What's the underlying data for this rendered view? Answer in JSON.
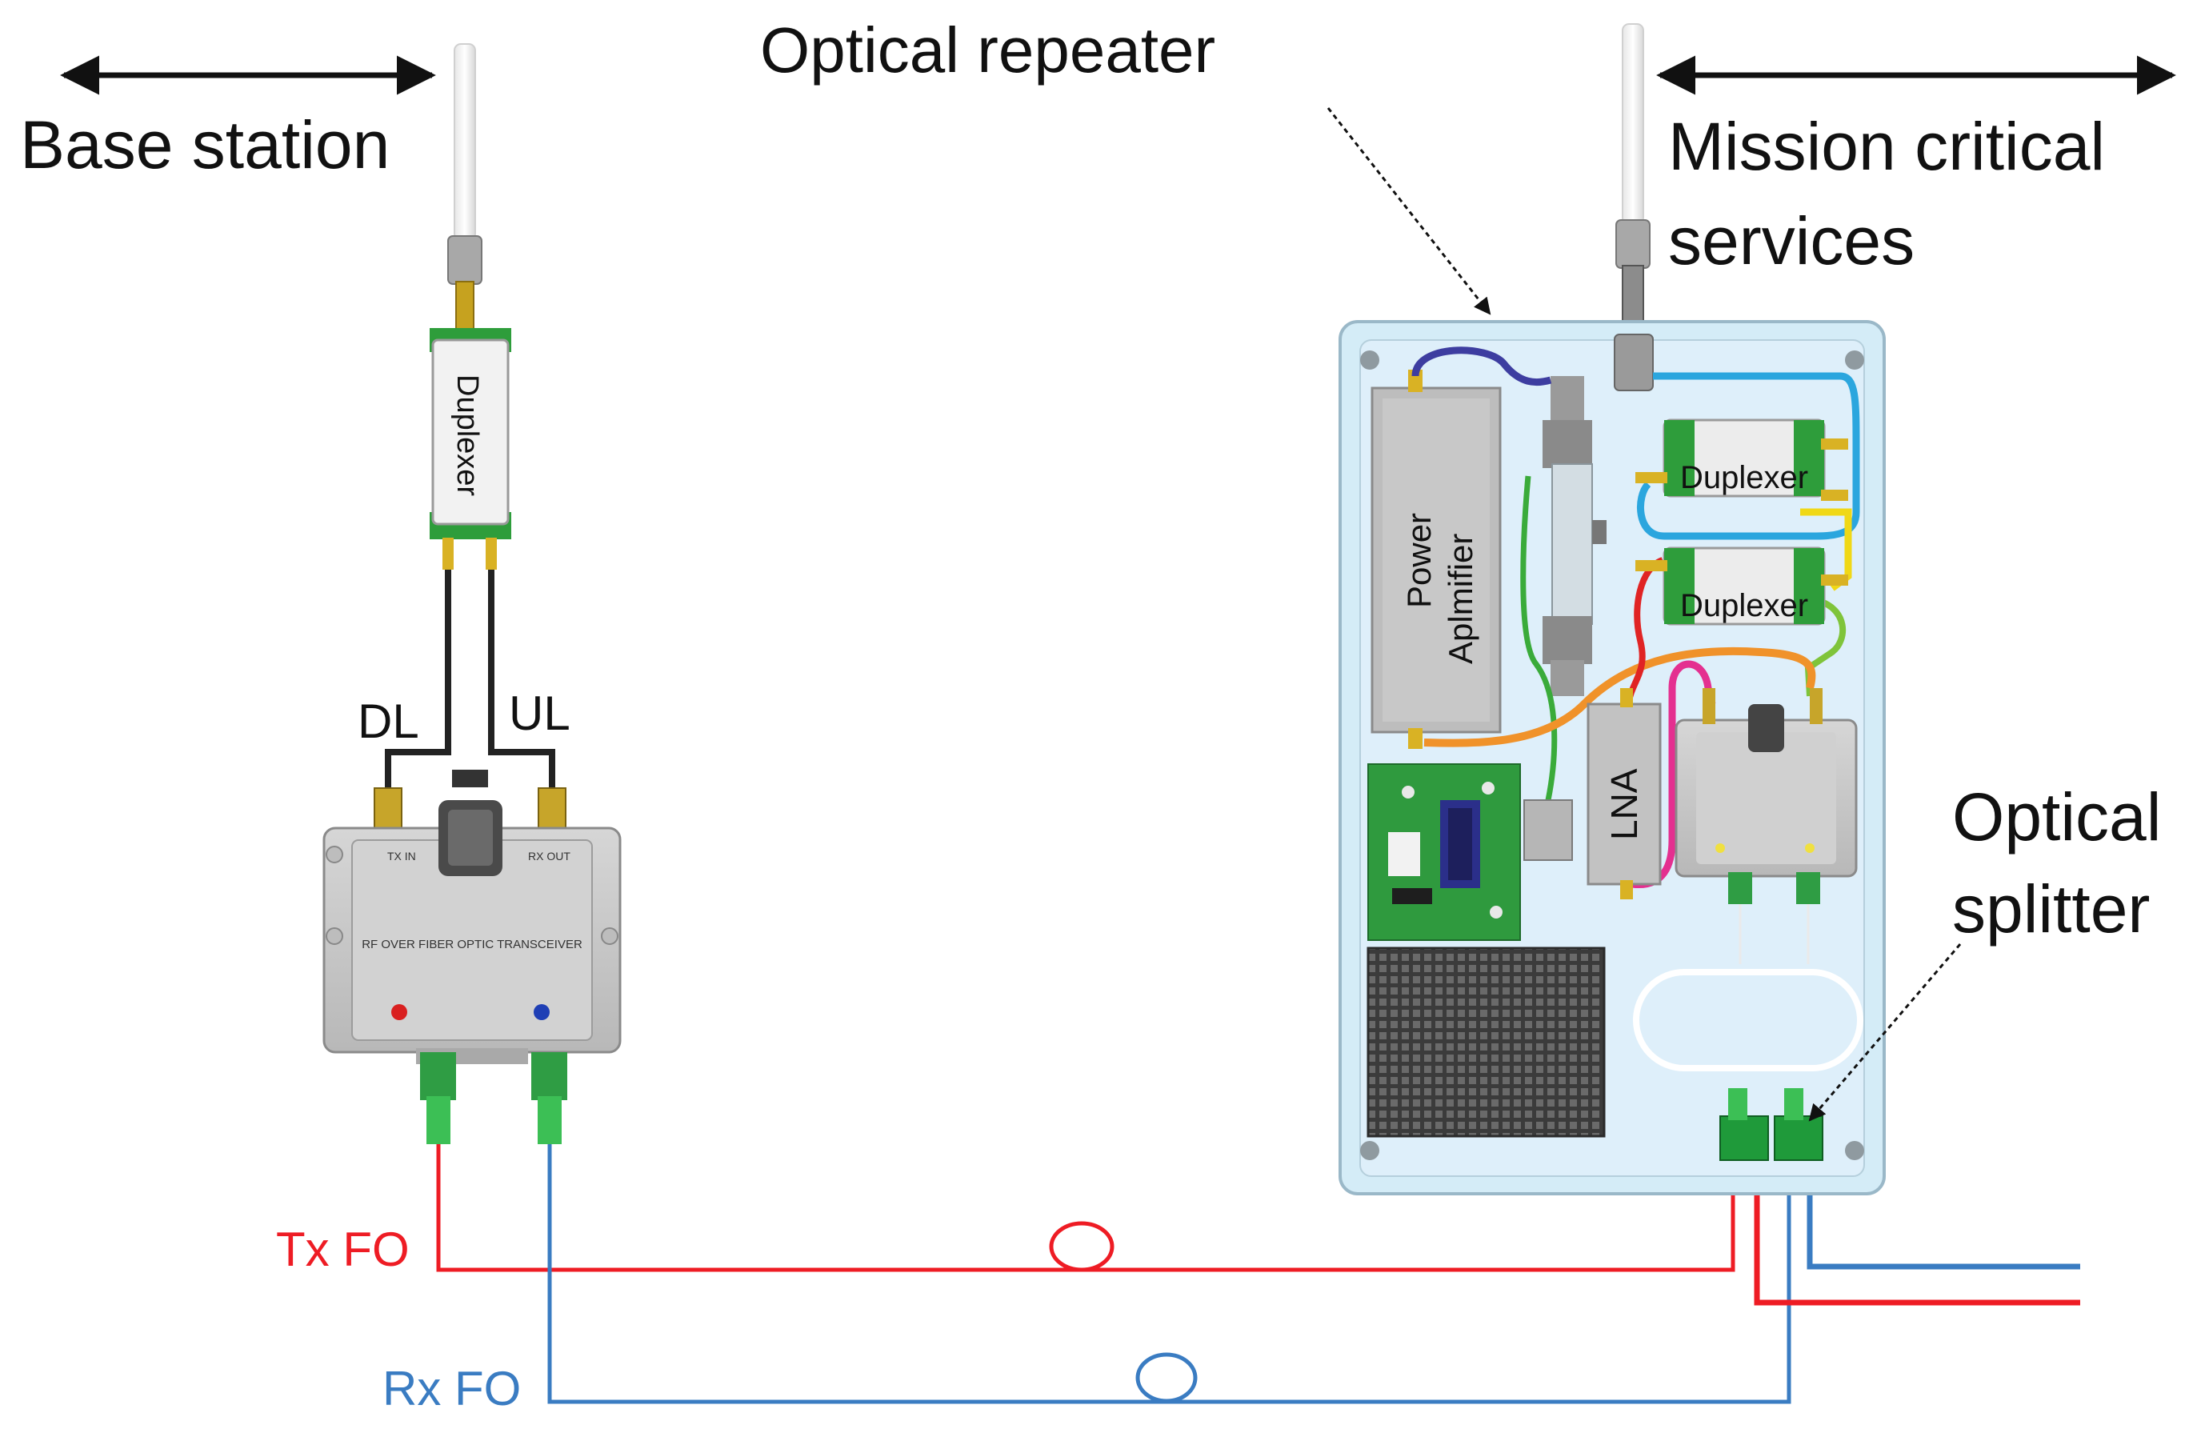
{
  "labels": {
    "base_station": "Base station",
    "optical_repeater": "Optical repeater",
    "mission_line1": "Mission critical",
    "mission_line2": "services",
    "optical_line1": "Optical",
    "optical_line2": "splitter",
    "dl": "DL",
    "ul": "UL",
    "tx_fo": "Tx FO",
    "rx_fo": "Rx FO",
    "duplexer": "Duplexer",
    "power_amp_line1": "Power",
    "power_amp_line2": "Aplmifier",
    "lna": "LNA",
    "transceiver_title": "RF OVER FIBER OPTIC TRANSCEIVER",
    "tx_in": "TX IN",
    "rx_out": "RX OUT"
  },
  "colors": {
    "tx_fiber": "#ee1c24",
    "rx_fiber": "#3a7cc2",
    "repeater_box": "#d4ecf7",
    "module_grey": "#c9c9c9",
    "duplexer_green": "#2e9d3b",
    "connector_gold": "#d9b224"
  }
}
